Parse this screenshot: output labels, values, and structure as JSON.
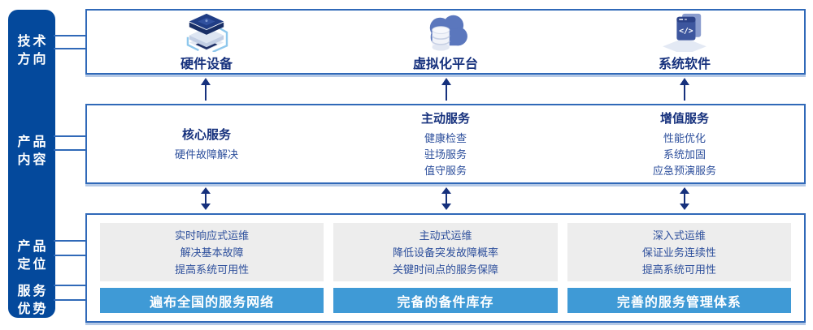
{
  "palette": {
    "sidebar_bg": "#04499c",
    "box_border": "#3069b8",
    "title_text": "#16317d",
    "body_text": "#2d4f9c",
    "gray_panel_bg": "#ededed",
    "advantage_bar_bg": "#3f9ad6",
    "advantage_bar_text": "#ffffff",
    "arrow_color": "#16317d"
  },
  "sidebar": {
    "labels": [
      {
        "line1": "技术",
        "line2": "方向"
      },
      {
        "line1": "产品",
        "line2": "内容"
      },
      {
        "line1": "产品",
        "line2": "定位"
      },
      {
        "line1": "服务",
        "line2": "优势"
      }
    ]
  },
  "tech_row": {
    "items": [
      {
        "icon": "server-stack-icon",
        "label": "硬件设备"
      },
      {
        "icon": "cloud-database-icon",
        "label": "虚拟化平台"
      },
      {
        "icon": "code-window-icon",
        "label": "系统软件"
      }
    ]
  },
  "content_row": {
    "groups": [
      {
        "title": "核心服务",
        "items": [
          "硬件故障解决"
        ]
      },
      {
        "title": "主动服务",
        "items": [
          "健康检查",
          "驻场服务",
          "值守服务"
        ]
      },
      {
        "title": "增值服务",
        "items": [
          "性能优化",
          "系统加固",
          "应急预演服务"
        ]
      }
    ]
  },
  "positioning_row": {
    "groups": [
      {
        "lines": [
          "实时响应式运维",
          "解决基本故障",
          "提高系统可用性"
        ],
        "advantage": "遍布全国的服务网络"
      },
      {
        "lines": [
          "主动式运维",
          "降低设备突发故障概率",
          "关键时间点的服务保障"
        ],
        "advantage": "完备的备件库存"
      },
      {
        "lines": [
          "深入式运维",
          "保证业务连续性",
          "提高系统可用性"
        ],
        "advantage": "完善的服务管理体系"
      }
    ]
  }
}
